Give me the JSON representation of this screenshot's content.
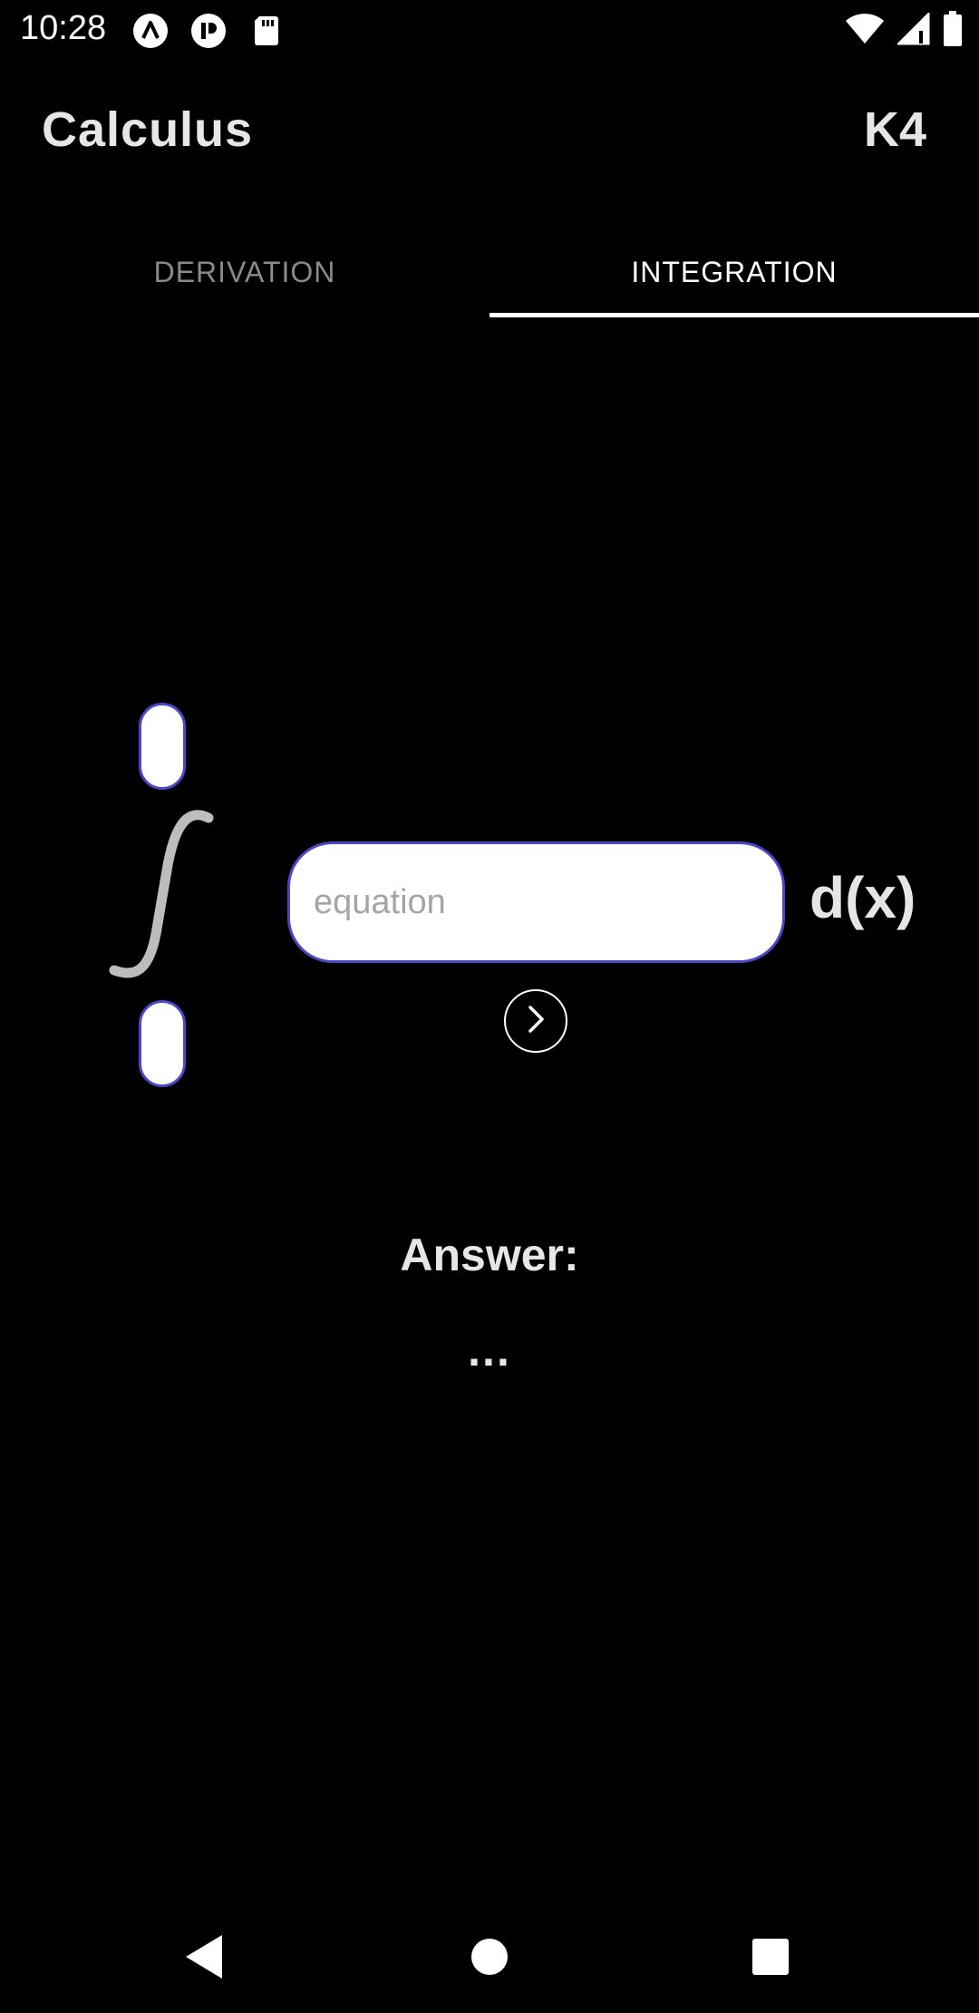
{
  "status_bar": {
    "time": "10:28",
    "icons": [
      "a-icon",
      "p-icon",
      "sd-card-icon",
      "wifi-icon",
      "signal-icon",
      "battery-icon"
    ]
  },
  "app_bar": {
    "title": "Calculus",
    "badge": "K4"
  },
  "tabs": [
    {
      "label": "DERIVATION",
      "active": false
    },
    {
      "label": "INTEGRATION",
      "active": true
    }
  ],
  "integration": {
    "upper_limit": "",
    "lower_limit": "",
    "equation_placeholder": "equation",
    "equation_value": "",
    "differential": "d(x)",
    "submit_icon": "chevron-right-icon"
  },
  "answer": {
    "label": "Answer:",
    "value": "..."
  },
  "nav_bar": {
    "icons": [
      "back-icon",
      "home-icon",
      "recents-icon"
    ]
  },
  "colors": {
    "background": "#000000",
    "text": "#e6e6e6",
    "input_border": "#4a47c8",
    "tab_inactive": "#8a8a8a",
    "integral_sign": "#bdbdbd"
  }
}
